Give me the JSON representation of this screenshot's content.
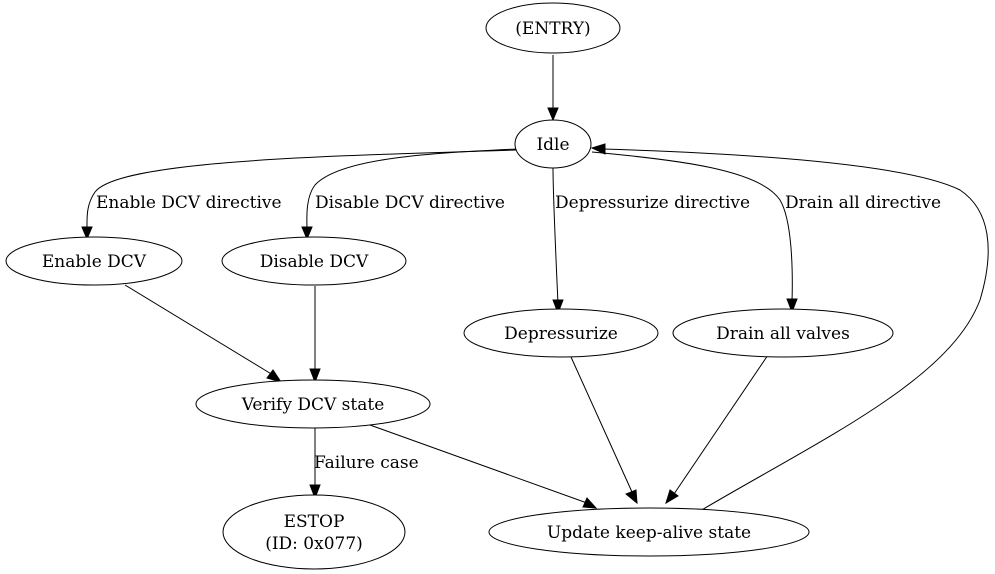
{
  "diagram": {
    "type": "state-machine",
    "nodes": {
      "entry": "(ENTRY)",
      "idle": "Idle",
      "enable_dcv": "Enable DCV",
      "disable_dcv": "Disable DCV",
      "depressurize": "Depressurize",
      "drain_all": "Drain all valves",
      "verify_dcv": "Verify DCV state",
      "estop_line1": "ESTOP",
      "estop_line2": "(ID: 0x077)",
      "update_keepalive": "Update keep-alive state"
    },
    "edge_labels": {
      "enable_dcv": "Enable DCV directive",
      "disable_dcv": "Disable DCV directive",
      "depressurize": "Depressurize directive",
      "drain_all": "Drain all directive",
      "failure": "Failure case"
    },
    "edges": [
      {
        "from": "entry",
        "to": "idle"
      },
      {
        "from": "idle",
        "to": "enable_dcv",
        "label": "Enable DCV directive"
      },
      {
        "from": "idle",
        "to": "disable_dcv",
        "label": "Disable DCV directive"
      },
      {
        "from": "idle",
        "to": "depressurize",
        "label": "Depressurize directive"
      },
      {
        "from": "idle",
        "to": "drain_all",
        "label": "Drain all directive"
      },
      {
        "from": "enable_dcv",
        "to": "verify_dcv"
      },
      {
        "from": "disable_dcv",
        "to": "verify_dcv"
      },
      {
        "from": "verify_dcv",
        "to": "estop",
        "label": "Failure case"
      },
      {
        "from": "verify_dcv",
        "to": "update_keepalive"
      },
      {
        "from": "depressurize",
        "to": "update_keepalive"
      },
      {
        "from": "drain_all",
        "to": "update_keepalive"
      },
      {
        "from": "update_keepalive",
        "to": "idle"
      }
    ]
  }
}
